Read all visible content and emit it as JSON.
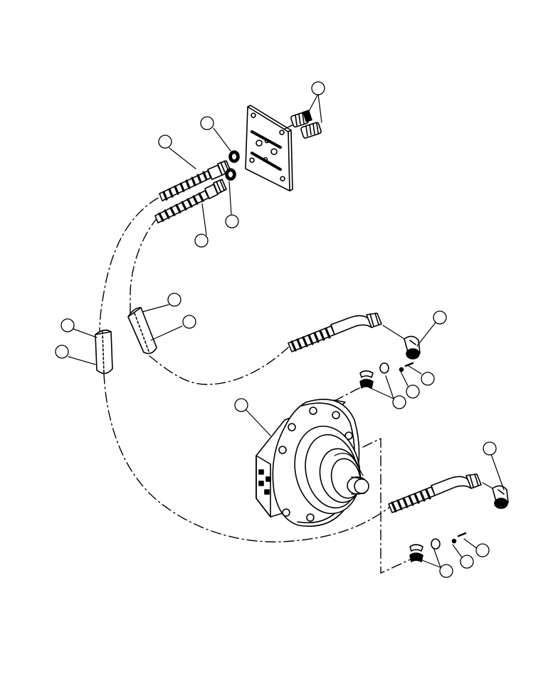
{
  "diagram": {
    "title": "",
    "line_color": "#000000",
    "background": "#ffffff",
    "callout_count": 21,
    "callouts": [
      {
        "id": "c1",
        "label": ""
      },
      {
        "id": "c2",
        "label": ""
      },
      {
        "id": "c3",
        "label": ""
      },
      {
        "id": "c4",
        "label": ""
      },
      {
        "id": "c5",
        "label": ""
      },
      {
        "id": "c6",
        "label": ""
      },
      {
        "id": "c7",
        "label": ""
      },
      {
        "id": "c8",
        "label": ""
      },
      {
        "id": "c9",
        "label": ""
      },
      {
        "id": "c10",
        "label": ""
      },
      {
        "id": "c11",
        "label": ""
      },
      {
        "id": "c12",
        "label": ""
      },
      {
        "id": "c13",
        "label": ""
      },
      {
        "id": "c14",
        "label": ""
      },
      {
        "id": "c15",
        "label": ""
      },
      {
        "id": "c16",
        "label": ""
      },
      {
        "id": "c17",
        "label": ""
      },
      {
        "id": "c18",
        "label": ""
      },
      {
        "id": "c19",
        "label": ""
      },
      {
        "id": "c20",
        "label": ""
      },
      {
        "id": "c21",
        "label": ""
      }
    ]
  }
}
